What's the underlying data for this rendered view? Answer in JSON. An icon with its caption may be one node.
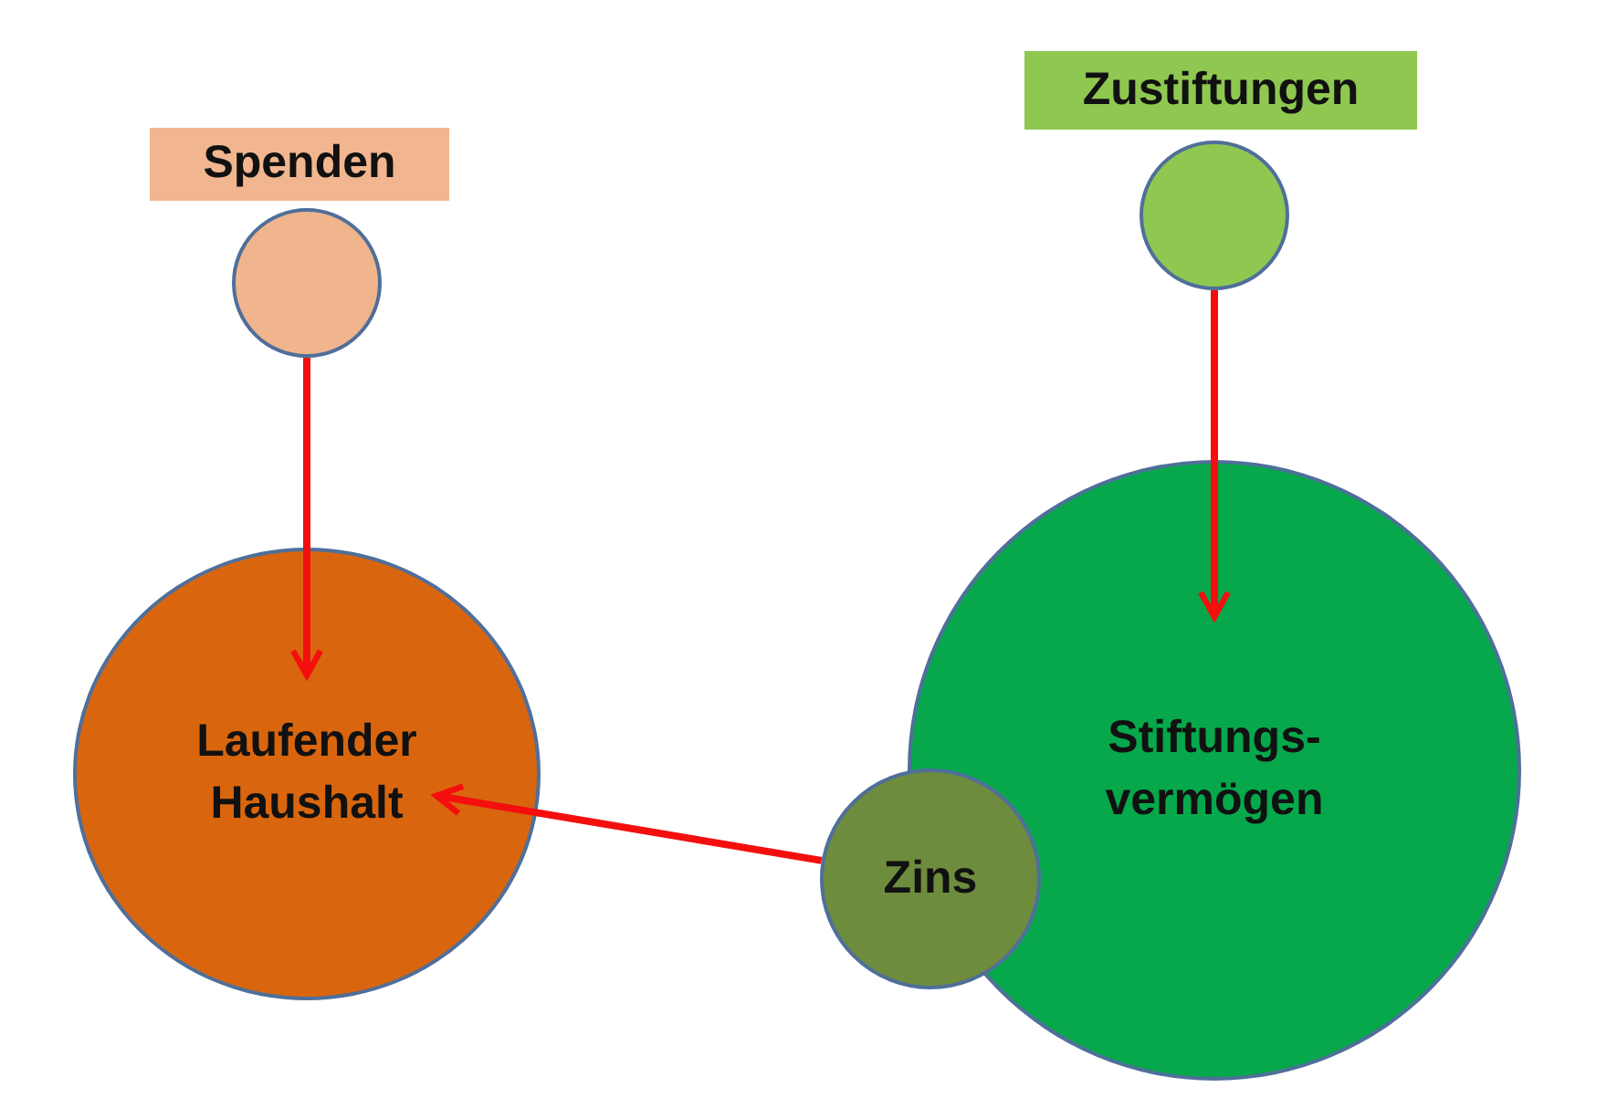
{
  "diagram": {
    "nodes": [
      {
        "text": [
          "Spenden"
        ]
      },
      {
        "text": [],
        "shape": "circle"
      },
      {
        "text": [
          "Zustiftungen"
        ]
      },
      {
        "text": [],
        "shape": "circle"
      },
      {
        "text": [
          "Laufender Haushalt"
        ]
      },
      {
        "text": [
          "Stiftungs- vermögen"
        ]
      },
      {
        "text": [
          "Zins"
        ]
      }
    ],
    "edges": [
      {
        "from": 1,
        "to": 4,
        "arrow": "to"
      },
      {
        "from": 3,
        "to": 5,
        "arrow": "to"
      },
      {
        "from": 6,
        "to": 4,
        "arrow": "to"
      }
    ]
  }
}
